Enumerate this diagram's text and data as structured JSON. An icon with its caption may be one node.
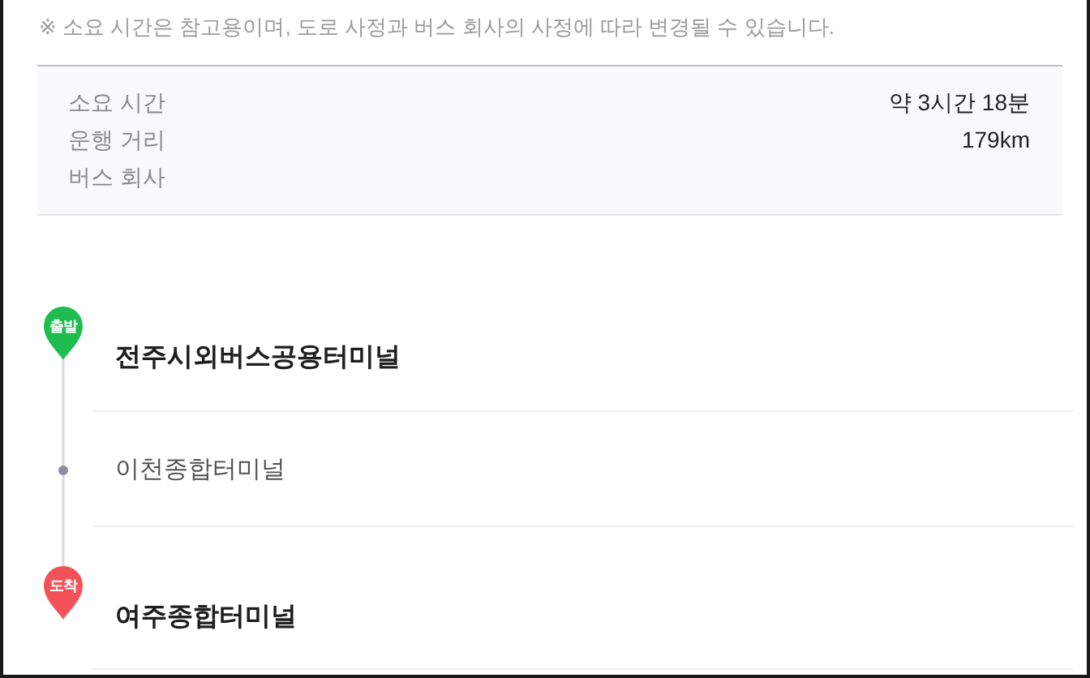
{
  "diagram": {
    "nodes": [
      {
        "text": [
          "출발"
        ],
        "beside": [
          "전주시외버스공용터미널"
        ]
      },
      {
        "text": [],
        "shape": "circle",
        "beside": [
          "이천종합터미널"
        ]
      },
      {
        "text": [
          "도착"
        ],
        "beside": [
          "여주종합터미널"
        ]
      }
    ],
    "edges": [
      {
        "from": 0,
        "to": 1,
        "arrow": "none"
      },
      {
        "from": 1,
        "to": 2,
        "arrow": "none"
      }
    ],
    "labels": [
      "※ 소요 시간은 참고용이며, 도로 사정과 버스 회사의 사정에 따라 변경될 수 있습니다.",
      "소요 시간",
      "약 3시간 18분",
      "운행 거리",
      "179km",
      "버스 회사"
    ]
  }
}
